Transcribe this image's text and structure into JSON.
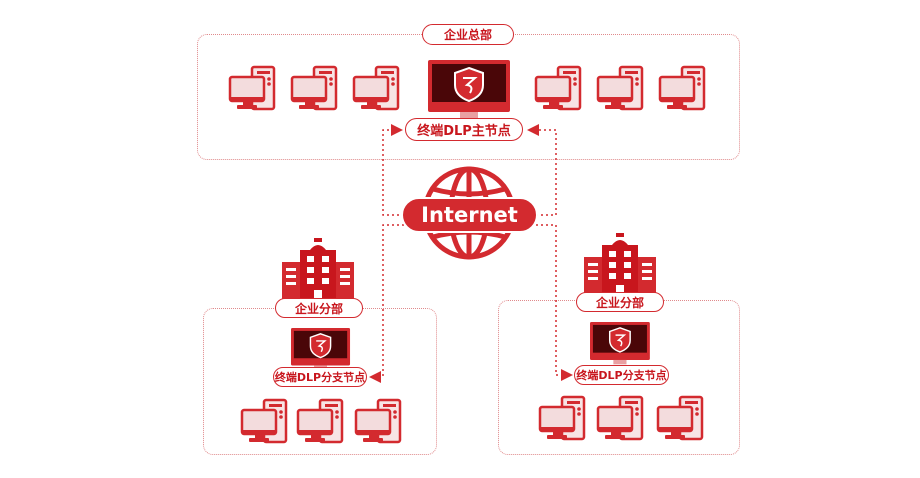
{
  "colors": {
    "primary": "#d32a2f",
    "dark": "#4a0608",
    "dotted": "#e08a8c"
  },
  "headquarters": {
    "label": "企业总部",
    "master_node_label": "终端DLP主节点",
    "pc_count": 6
  },
  "internet": {
    "label": "Internet",
    "icon": "globe-icon"
  },
  "branches": [
    {
      "label": "企业分部",
      "node_label": "终端DLP分支节点",
      "pc_count": 3
    },
    {
      "label": "企业分部",
      "node_label": "终端DLP分支节点",
      "pc_count": 3
    }
  ]
}
